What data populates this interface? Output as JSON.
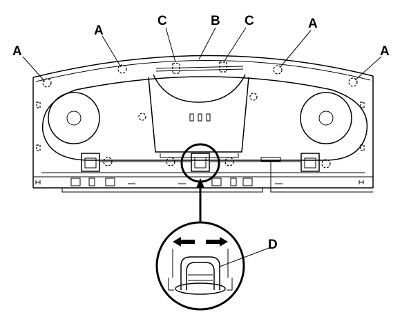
{
  "labels": {
    "a_left_outer": "A",
    "a_left_inner": "A",
    "b_center": "B",
    "c_left": "C",
    "c_right": "C",
    "a_right_inner": "A",
    "a_right_outer": "A",
    "d_detail": "D"
  },
  "vent_slots": [
    "▯",
    "▯",
    "▯"
  ]
}
